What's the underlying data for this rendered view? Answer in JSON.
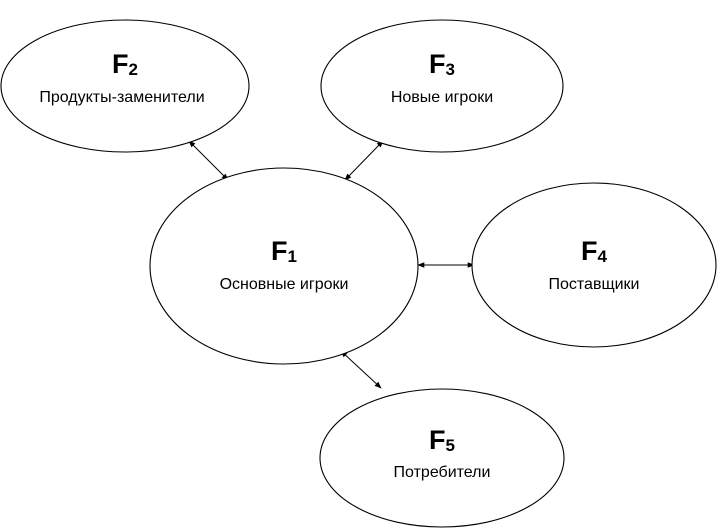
{
  "nodes": {
    "f1": {
      "letter": "F",
      "index": "1",
      "label": "Основные игроки"
    },
    "f2": {
      "letter": "F",
      "index": "2",
      "label": "Продукты-заменители"
    },
    "f3": {
      "letter": "F",
      "index": "3",
      "label": "Новые игроки"
    },
    "f4": {
      "letter": "F",
      "index": "4",
      "label": "Поставщики"
    },
    "f5": {
      "letter": "F",
      "index": "5",
      "label": "Потребители"
    }
  },
  "connections": [
    {
      "from": "f1",
      "to": "f2",
      "arrows": "both"
    },
    {
      "from": "f1",
      "to": "f3",
      "arrows": "both"
    },
    {
      "from": "f1",
      "to": "f4",
      "arrows": "both"
    },
    {
      "from": "f1",
      "to": "f5",
      "arrows": "both"
    }
  ]
}
